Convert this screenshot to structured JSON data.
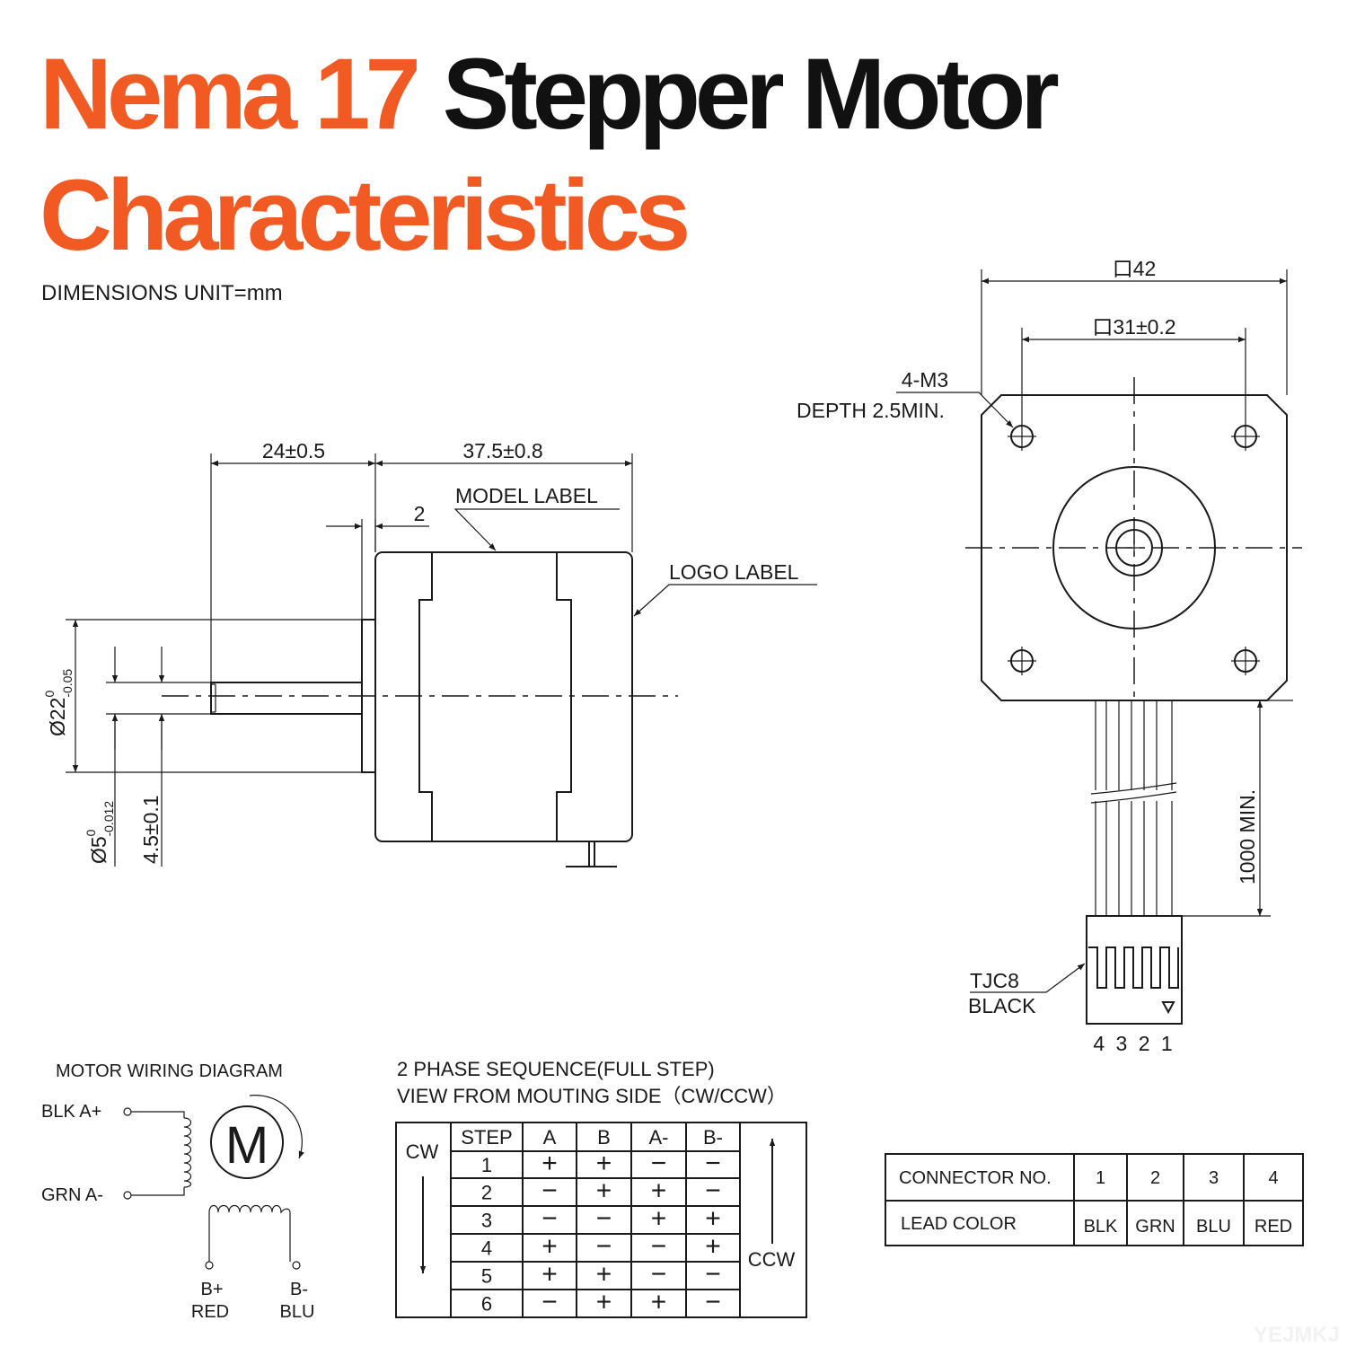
{
  "title": {
    "line1_orange": "Nema 17",
    "line1_black": "Stepper Motor",
    "line2": "Characteristics"
  },
  "colors": {
    "accent": "#f15a22",
    "text": "#1a1a1a"
  },
  "units_note": "DIMENSIONS UNIT=mm",
  "side_view": {
    "shaft_length": "24±0.5",
    "body_length": "37.5±0.8",
    "flange": "2",
    "model_label": "MODEL LABEL",
    "logo_label": "LOGO LABEL",
    "boss_dia": "Ø22",
    "boss_tol_upper": "0",
    "boss_tol_lower": "-0.05",
    "shaft_dia": "Ø5",
    "shaft_tol_upper": "0",
    "shaft_tol_lower": "-0.012",
    "flat": "4.5±0.1"
  },
  "front_view": {
    "outer": "口42",
    "hole_spacing": "口31±0.2",
    "holes": "4-M3",
    "depth": "DEPTH 2.5MIN.",
    "lead_length": "1000 MIN.",
    "connector_type": "TJC8",
    "connector_color": "BLACK",
    "pin_numbers": "4 3 2 1"
  },
  "wiring": {
    "title": "MOTOR WIRING  DIAGRAM",
    "a_plus": "BLK  A+",
    "a_minus": "GRN  A-",
    "motor": "M",
    "b_plus": "B+",
    "b_plus_color": "RED",
    "b_minus": "B-",
    "b_minus_color": "BLU"
  },
  "sequence": {
    "title1": "2 PHASE SEQUENCE(FULL STEP)",
    "title2": "VIEW FROM MOUTING SIDE（CW/CCW）",
    "cw": "CW",
    "ccw": "CCW",
    "headers": [
      "STEP",
      "A",
      "B",
      "A-",
      "B-"
    ],
    "rows": [
      [
        "1",
        "+",
        "+",
        "−",
        "−"
      ],
      [
        "2",
        "−",
        "+",
        "+",
        "−"
      ],
      [
        "3",
        "−",
        "−",
        "+",
        "+"
      ],
      [
        "4",
        "+",
        "−",
        "−",
        "+"
      ],
      [
        "5",
        "+",
        "+",
        "−",
        "−"
      ],
      [
        "6",
        "−",
        "+",
        "+",
        "−"
      ]
    ]
  },
  "connector_table": {
    "row1_label": "CONNECTOR NO.",
    "row2_label": "LEAD COLOR",
    "numbers": [
      "1",
      "2",
      "3",
      "4"
    ],
    "colors": [
      "BLK",
      "GRN",
      "BLU",
      "RED"
    ]
  },
  "watermark": "YEJMKJ"
}
